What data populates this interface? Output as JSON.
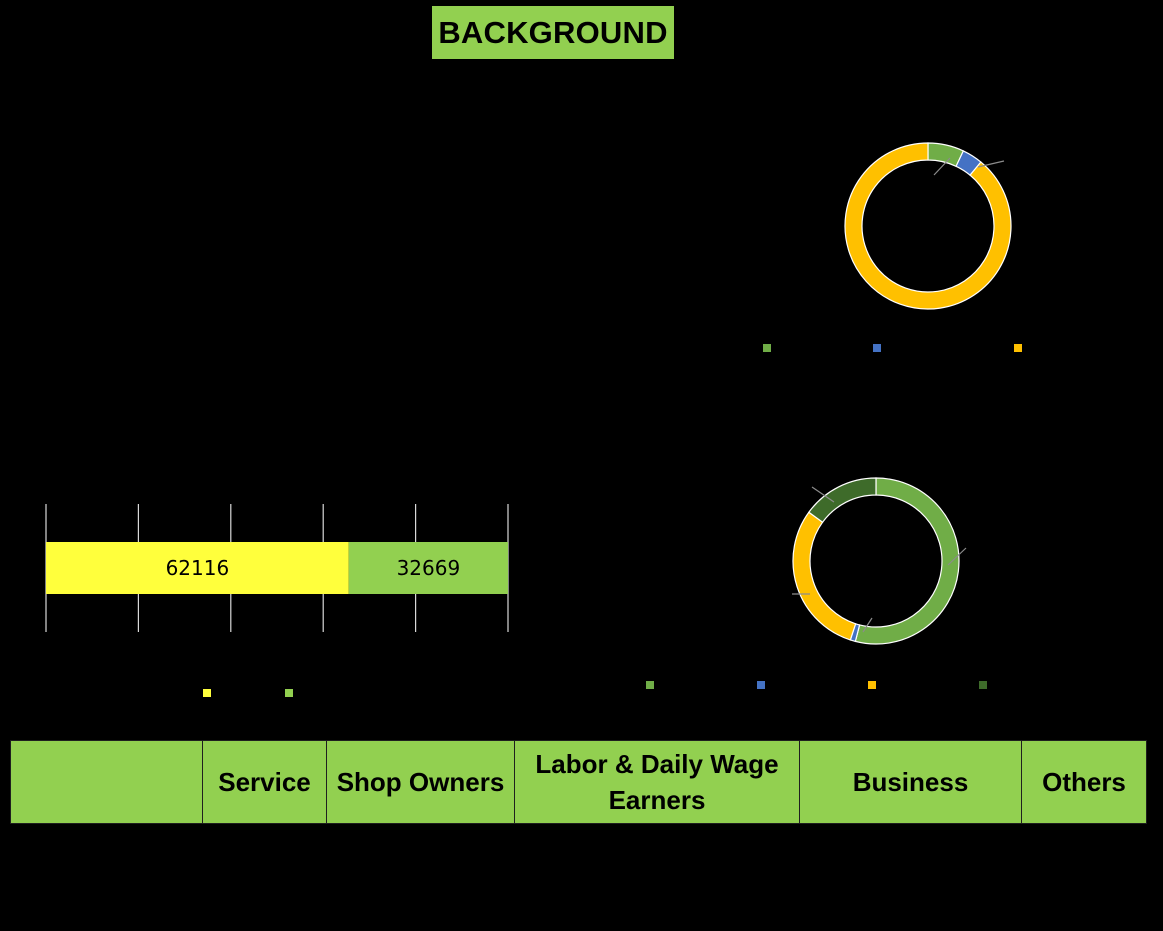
{
  "page_title": "BACKGROUND",
  "colors": {
    "green": "#70AD47",
    "blue": "#4472C4",
    "gold": "#FFC000",
    "dark_green": "#3E6B2A",
    "yellow": "#FFFF3C",
    "light_green": "#92D050"
  },
  "chart_data": [
    {
      "type": "pie",
      "variant": "donut",
      "values": [
        7,
        4,
        89
      ],
      "colors": [
        "#70AD47",
        "#4472C4",
        "#FFC000"
      ],
      "legend_entries": 3,
      "legend_position": "bottom"
    },
    {
      "type": "bar",
      "variant": "stacked-horizontal",
      "series": [
        {
          "values": [
            62116
          ],
          "color": "#FFFF3C"
        },
        {
          "values": [
            32669
          ],
          "color": "#92D050"
        }
      ],
      "data_labels": [
        "62116",
        "32669"
      ],
      "xlim": [
        0,
        94785
      ],
      "grid": true,
      "legend_entries": 2,
      "legend_position": "bottom"
    },
    {
      "type": "pie",
      "variant": "donut",
      "values": [
        54,
        1,
        30,
        15
      ],
      "colors": [
        "#70AD47",
        "#4472C4",
        "#FFC000",
        "#3E6B2A"
      ],
      "legend_entries": 4,
      "legend_position": "bottom"
    }
  ],
  "table": {
    "headers": [
      "",
      "Service",
      "Shop Owners",
      "Labor & Daily Wage Earners",
      "Business",
      "Others"
    ]
  }
}
